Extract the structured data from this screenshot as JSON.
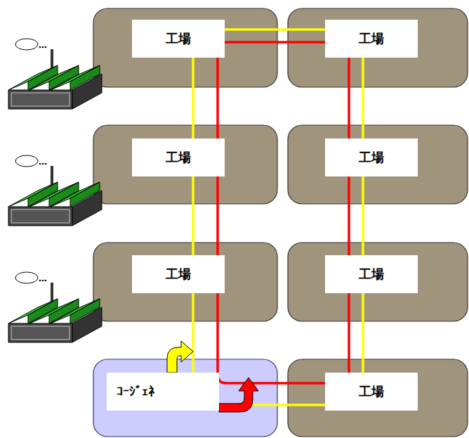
{
  "diagram": {
    "nodes": [
      {
        "text": [
          "工場"
        ]
      },
      {
        "text": [
          "工場"
        ]
      },
      {
        "text": [
          "工場"
        ]
      },
      {
        "text": [
          "工場"
        ]
      },
      {
        "text": [
          "工場"
        ]
      },
      {
        "text": [
          "工場"
        ]
      },
      {
        "text": [
          "ｺｰｼﾞｪﾈ"
        ]
      },
      {
        "text": [
          "工場"
        ]
      }
    ],
    "edges": [
      {
        "from": 0,
        "to": 1,
        "arrow": "none"
      },
      {
        "from": 0,
        "to": 1,
        "arrow": "none"
      },
      {
        "from": 0,
        "to": 2,
        "arrow": "none"
      },
      {
        "from": 0,
        "to": 2,
        "arrow": "none"
      },
      {
        "from": 2,
        "to": 4,
        "arrow": "none"
      },
      {
        "from": 2,
        "to": 4,
        "arrow": "none"
      },
      {
        "from": 4,
        "to": 7,
        "arrow": "none"
      },
      {
        "from": 4,
        "to": 7,
        "arrow": "none"
      },
      {
        "from": 1,
        "to": 3,
        "arrow": "none"
      },
      {
        "from": 1,
        "to": 3,
        "arrow": "none"
      },
      {
        "from": 3,
        "to": 5,
        "arrow": "none"
      },
      {
        "from": 3,
        "to": 5,
        "arrow": "none"
      },
      {
        "from": 5,
        "to": 7,
        "arrow": "none"
      },
      {
        "from": 5,
        "to": 7,
        "arrow": "none"
      }
    ]
  }
}
